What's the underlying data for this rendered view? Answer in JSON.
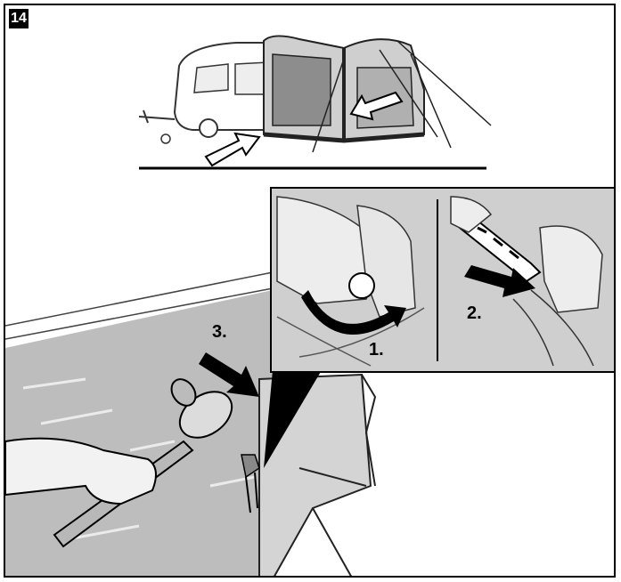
{
  "step_number": "14",
  "labels": {
    "step1": "1.",
    "step2": "2.",
    "step3": "3."
  },
  "colors": {
    "border": "#000000",
    "ground": "#bdbdbd",
    "fabric": "#d9d9d9",
    "arrow_fill": "#000000"
  },
  "icons": [
    "caravan-awning-illustration",
    "insert-arrow-icon",
    "rotate-arrow-icon",
    "push-arrow-icon",
    "hammer-icon",
    "tent-peg-icon"
  ]
}
